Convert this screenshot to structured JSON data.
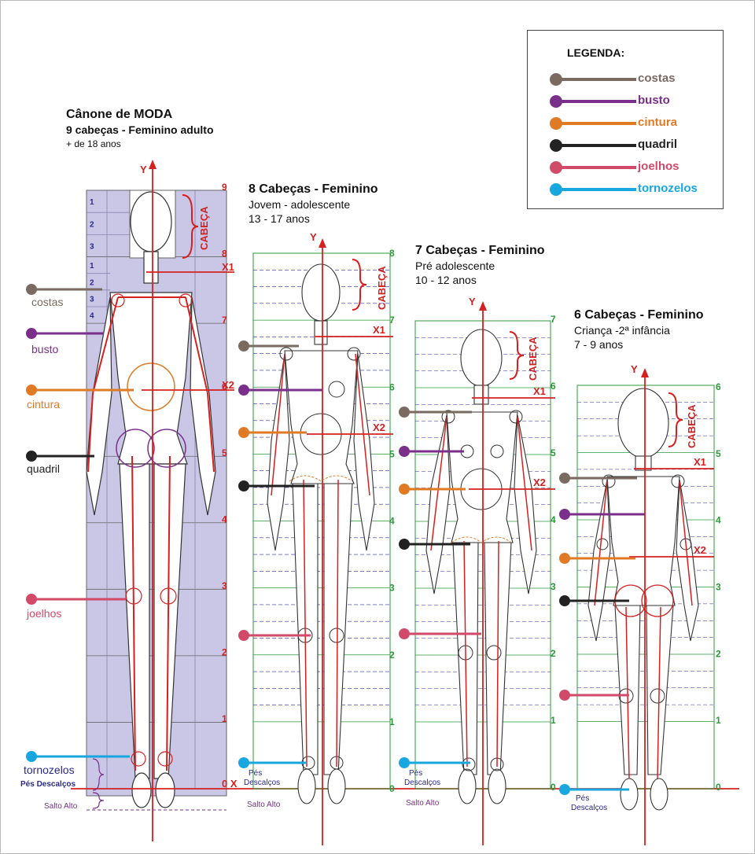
{
  "colors": {
    "costas": "#7a6a60",
    "busto": "#7a2f8a",
    "cintura": "#e07a25",
    "quadril": "#222222",
    "joelhos": "#d14a6a",
    "tornozelos": "#19a7e0",
    "axis": "#d62020",
    "grid_green": "#2a9a3a",
    "panel_fill": "#c9c6e6"
  },
  "legend": {
    "title": "LEGENDA:",
    "items": [
      {
        "key": "costas",
        "label": "costas"
      },
      {
        "key": "busto",
        "label": "busto"
      },
      {
        "key": "cintura",
        "label": "cintura"
      },
      {
        "key": "quadril",
        "label": "quadril"
      },
      {
        "key": "joelhos",
        "label": "joelhos"
      },
      {
        "key": "tornozelos",
        "label": "tornozelos"
      }
    ]
  },
  "figures": [
    {
      "title": "Cânone de MODA",
      "subtitle": "9 cabeças - Feminino adulto",
      "age": "+ de 18 anos"
    },
    {
      "title": "8 Cabeças - Feminino",
      "subtitle": "Jovem - adolescente",
      "age": "13 - 17 anos"
    },
    {
      "title": "7 Cabeças - Feminino",
      "subtitle": "Pré adolescente",
      "age": "10 - 12 anos"
    },
    {
      "title": "6 Cabeças - Feminino",
      "subtitle": "Criança -2ª infância",
      "age": "7 - 9 anos"
    }
  ],
  "labels": {
    "costas": "costas",
    "busto": "busto",
    "cintura": "cintura",
    "quadril": "quadril",
    "joelhos": "joelhos",
    "tornozelos": "tornozelos",
    "pes_descalcos": "Pés Descalços",
    "pes": "Pés",
    "descalcos": "Descalços",
    "salto_alto": "Salto Alto",
    "cabeca": "CABEÇA",
    "axis_y": "Y",
    "axis_x": "X",
    "axis_x1": "X1",
    "axis_x2": "X2",
    "zero_x": "0 X"
  },
  "scales": {
    "fig1": [
      "9",
      "8",
      "7",
      "6",
      "5",
      "4",
      "3",
      "2",
      "1"
    ],
    "fig1_sub": [
      "1",
      "2",
      "3"
    ],
    "fig1_sub2": [
      "1",
      "2",
      "3",
      "4"
    ],
    "fig2": [
      "8",
      "7",
      "6",
      "5",
      "4",
      "3",
      "2",
      "1",
      "0"
    ],
    "fig3": [
      "7",
      "6",
      "5",
      "4",
      "3",
      "2",
      "1",
      "0"
    ],
    "fig4": [
      "6",
      "5",
      "4",
      "3",
      "2",
      "1",
      "0"
    ]
  }
}
